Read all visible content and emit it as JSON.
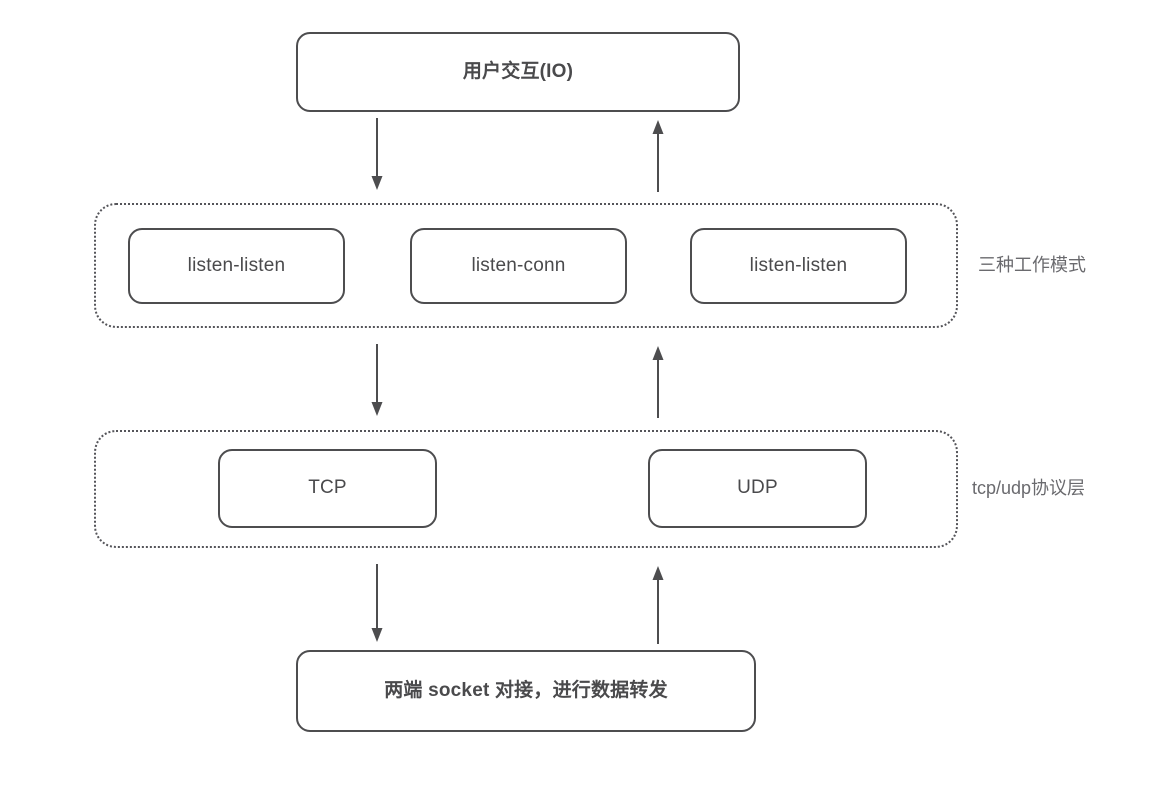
{
  "diagram": {
    "title_box": {
      "id": "user-interaction",
      "label": "用户交互(IO)"
    },
    "groups": [
      {
        "id": "work-modes",
        "side_label": "三种工作模式",
        "nodes": [
          {
            "id": "mode-listen-listen-1",
            "label": "listen-listen"
          },
          {
            "id": "mode-listen-conn",
            "label": "listen-conn"
          },
          {
            "id": "mode-listen-listen-2",
            "label": "listen-listen"
          }
        ]
      },
      {
        "id": "protocol-layer",
        "side_label": "tcp/udp协议层",
        "nodes": [
          {
            "id": "protocol-tcp",
            "label": "TCP"
          },
          {
            "id": "protocol-udp",
            "label": "UDP"
          }
        ]
      }
    ],
    "bottom_box": {
      "id": "socket-forwarding",
      "label": "两端 socket 对接，进行数据转发"
    },
    "arrows": [
      {
        "id": "arrow-io-to-modes",
        "direction": "down",
        "icon": "arrow-down-icon"
      },
      {
        "id": "arrow-modes-to-io",
        "direction": "up",
        "icon": "arrow-up-icon"
      },
      {
        "id": "arrow-modes-to-proto",
        "direction": "down",
        "icon": "arrow-down-icon"
      },
      {
        "id": "arrow-proto-to-modes",
        "direction": "up",
        "icon": "arrow-up-icon"
      },
      {
        "id": "arrow-proto-to-socket",
        "direction": "down",
        "icon": "arrow-down-icon"
      },
      {
        "id": "arrow-socket-to-proto",
        "direction": "up",
        "icon": "arrow-up-icon"
      }
    ],
    "colors": {
      "background": "#ffffff",
      "node_stroke": "#4d4d4f",
      "group_stroke": "#55555a",
      "node_text": "#4a4a4c",
      "side_label_text": "#6a6a6e",
      "arrow": "#4d4d4f"
    }
  }
}
